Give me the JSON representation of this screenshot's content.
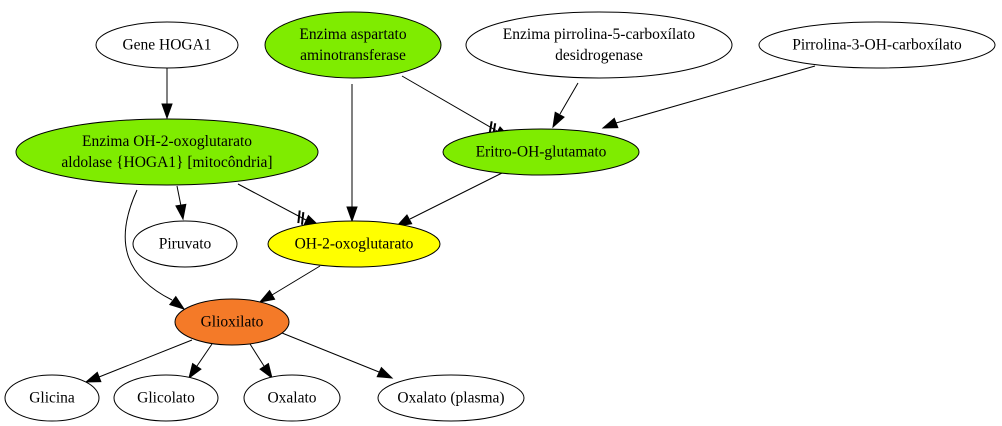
{
  "nodes": {
    "gene_hoga1": {
      "label_lines": [
        "Gene HOGA1"
      ],
      "fill": "#ffffff"
    },
    "enzima_aspartato": {
      "label_lines": [
        "Enzima aspartato",
        "aminotransferase"
      ],
      "fill": "#7fec00"
    },
    "enzima_pirrolina": {
      "label_lines": [
        "Enzima pirrolina-5-carboxílato",
        "desidrogenase"
      ],
      "fill": "#ffffff"
    },
    "pirrolina_3_oh": {
      "label_lines": [
        "Pirrolina-3-OH-carboxílato"
      ],
      "fill": "#ffffff"
    },
    "enzima_oh2_aldolase": {
      "label_lines": [
        "Enzima OH-2-oxoglutarato",
        "aldolase {HOGA1} [mitocôndria]"
      ],
      "fill": "#7fec00"
    },
    "eritro_oh_glutamato": {
      "label_lines": [
        "Eritro-OH-glutamato"
      ],
      "fill": "#7fec00"
    },
    "piruvato": {
      "label_lines": [
        "Piruvato"
      ],
      "fill": "#ffffff"
    },
    "oh2_oxoglutarato": {
      "label_lines": [
        "OH-2-oxoglutarato"
      ],
      "fill": "#ffff00"
    },
    "glioxilato": {
      "label_lines": [
        "Glioxilato"
      ],
      "fill": "#f47a28"
    },
    "glicina": {
      "label_lines": [
        "Glicina"
      ],
      "fill": "#ffffff"
    },
    "glicolato": {
      "label_lines": [
        "Glicolato"
      ],
      "fill": "#ffffff"
    },
    "oxalato": {
      "label_lines": [
        "Oxalato"
      ],
      "fill": "#ffffff"
    },
    "oxalato_plasma": {
      "label_lines": [
        "Oxalato (plasma)"
      ],
      "fill": "#ffffff"
    }
  },
  "edges": [
    {
      "from": "gene_hoga1",
      "to": "enzima_oh2_aldolase",
      "tee": false
    },
    {
      "from": "enzima_aspartato",
      "to": "oh2_oxoglutarato",
      "tee": false
    },
    {
      "from": "enzima_aspartato",
      "to": "eritro_oh_glutamato",
      "tee": true
    },
    {
      "from": "enzima_pirrolina",
      "to": "eritro_oh_glutamato",
      "tee": false
    },
    {
      "from": "pirrolina_3_oh",
      "to": "eritro_oh_glutamato",
      "tee": false
    },
    {
      "from": "enzima_oh2_aldolase",
      "to": "piruvato",
      "tee": false
    },
    {
      "from": "enzima_oh2_aldolase",
      "to": "oh2_oxoglutarato",
      "tee": true
    },
    {
      "from": "enzima_oh2_aldolase",
      "to": "glioxilato",
      "tee": false
    },
    {
      "from": "eritro_oh_glutamato",
      "to": "oh2_oxoglutarato",
      "tee": false
    },
    {
      "from": "oh2_oxoglutarato",
      "to": "glioxilato",
      "tee": false
    },
    {
      "from": "glioxilato",
      "to": "glicina",
      "tee": false
    },
    {
      "from": "glioxilato",
      "to": "glicolato",
      "tee": false
    },
    {
      "from": "glioxilato",
      "to": "oxalato",
      "tee": false
    },
    {
      "from": "glioxilato",
      "to": "oxalato_plasma",
      "tee": false
    }
  ]
}
